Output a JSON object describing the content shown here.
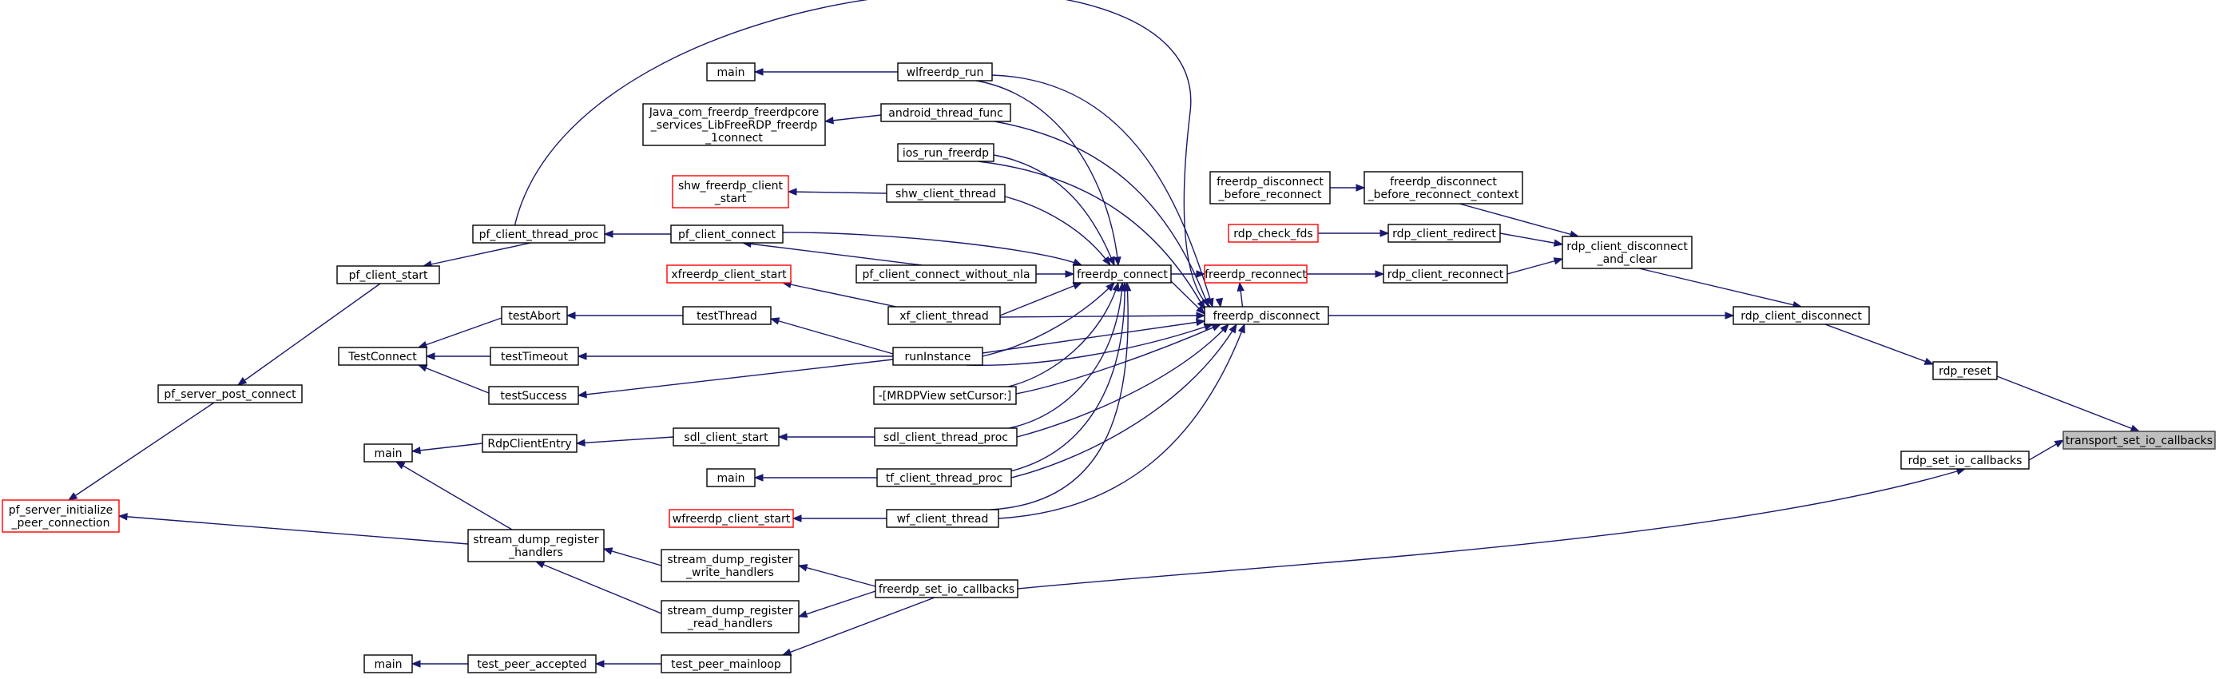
{
  "diagram": {
    "title": "",
    "colors": {
      "edge": "#191970",
      "node_border": "#000000",
      "node_border_incomplete": "#ff0000",
      "current_fill": "#bfbfbf"
    },
    "nodes": {
      "transport_set_io_callbacks": {
        "label": [
          "transport_set_io_callbacks"
        ],
        "style": "current"
      },
      "rdp_reset": {
        "label": [
          "rdp_reset"
        ],
        "style": "normal"
      },
      "rdp_set_io_callbacks": {
        "label": [
          "rdp_set_io_callbacks"
        ],
        "style": "normal"
      },
      "rdp_client_disconnect": {
        "label": [
          "rdp_client_disconnect"
        ],
        "style": "normal"
      },
      "rdp_client_disconnect_and_clear": {
        "label": [
          "rdp_client_disconnect",
          "_and_clear"
        ],
        "style": "normal"
      },
      "freerdp_disconnect_before_reconnect_context": {
        "label": [
          "freerdp_disconnect",
          "_before_reconnect_context"
        ],
        "style": "normal"
      },
      "freerdp_disconnect_before_reconnect": {
        "label": [
          "freerdp_disconnect",
          "_before_reconnect"
        ],
        "style": "normal"
      },
      "rdp_client_redirect": {
        "label": [
          "rdp_client_redirect"
        ],
        "style": "normal"
      },
      "rdp_check_fds": {
        "label": [
          "rdp_check_fds"
        ],
        "style": "red"
      },
      "rdp_client_reconnect": {
        "label": [
          "rdp_client_reconnect"
        ],
        "style": "normal"
      },
      "freerdp_reconnect": {
        "label": [
          "freerdp_reconnect"
        ],
        "style": "red"
      },
      "freerdp_connect": {
        "label": [
          "freerdp_connect"
        ],
        "style": "normal"
      },
      "freerdp_disconnect": {
        "label": [
          "freerdp_disconnect"
        ],
        "style": "normal"
      },
      "wlfreerdp_run": {
        "label": [
          "wlfreerdp_run"
        ],
        "style": "normal"
      },
      "main_1": {
        "label": [
          "main"
        ],
        "style": "normal"
      },
      "android_thread_func": {
        "label": [
          "android_thread_func"
        ],
        "style": "normal"
      },
      "java_com": {
        "label": [
          "Java_com_freerdp_freerdpcore",
          "_services_LibFreeRDP_freerdp",
          "_1connect"
        ],
        "style": "normal"
      },
      "ios_run_freerdp": {
        "label": [
          "ios_run_freerdp"
        ],
        "style": "normal"
      },
      "shw_client_thread": {
        "label": [
          "shw_client_thread"
        ],
        "style": "normal"
      },
      "shw_freerdp_client_start": {
        "label": [
          "shw_freerdp_client",
          "_start"
        ],
        "style": "red"
      },
      "pf_client_connect": {
        "label": [
          "pf_client_connect"
        ],
        "style": "normal"
      },
      "pf_client_thread_proc": {
        "label": [
          "pf_client_thread_proc"
        ],
        "style": "normal"
      },
      "pf_client_start": {
        "label": [
          "pf_client_start"
        ],
        "style": "normal"
      },
      "pf_server_post_connect": {
        "label": [
          "pf_server_post_connect"
        ],
        "style": "normal"
      },
      "pf_server_initialize_peer_connection": {
        "label": [
          "pf_server_initialize",
          "_peer_connection"
        ],
        "style": "red"
      },
      "pf_client_connect_without_nla": {
        "label": [
          "pf_client_connect_without_nla"
        ],
        "style": "normal"
      },
      "xfreerdp_client_start": {
        "label": [
          "xfreerdp_client_start"
        ],
        "style": "red"
      },
      "xf_client_thread": {
        "label": [
          "xf_client_thread"
        ],
        "style": "normal"
      },
      "testAbort": {
        "label": [
          "testAbort"
        ],
        "style": "normal"
      },
      "testThread": {
        "label": [
          "testThread"
        ],
        "style": "normal"
      },
      "TestConnect": {
        "label": [
          "TestConnect"
        ],
        "style": "normal"
      },
      "testTimeout": {
        "label": [
          "testTimeout"
        ],
        "style": "normal"
      },
      "testSuccess": {
        "label": [
          "testSuccess"
        ],
        "style": "normal"
      },
      "runInstance": {
        "label": [
          "runInstance"
        ],
        "style": "normal"
      },
      "mrdpview": {
        "label": [
          "-[MRDPView setCursor:]"
        ],
        "style": "normal"
      },
      "main_2": {
        "label": [
          "main"
        ],
        "style": "normal"
      },
      "RdpClientEntry": {
        "label": [
          "RdpClientEntry"
        ],
        "style": "normal"
      },
      "sdl_client_start": {
        "label": [
          "sdl_client_start"
        ],
        "style": "normal"
      },
      "sdl_client_thread_proc": {
        "label": [
          "sdl_client_thread_proc"
        ],
        "style": "normal"
      },
      "main_3": {
        "label": [
          "main"
        ],
        "style": "normal"
      },
      "tf_client_thread_proc": {
        "label": [
          "tf_client_thread_proc"
        ],
        "style": "normal"
      },
      "wfreerdp_client_start": {
        "label": [
          "wfreerdp_client_start"
        ],
        "style": "red"
      },
      "wf_client_thread": {
        "label": [
          "wf_client_thread"
        ],
        "style": "normal"
      },
      "stream_dump_register_handlers": {
        "label": [
          "stream_dump_register",
          "_handlers"
        ],
        "style": "normal"
      },
      "stream_dump_register_write_handlers": {
        "label": [
          "stream_dump_register",
          "_write_handlers"
        ],
        "style": "normal"
      },
      "stream_dump_register_read_handlers": {
        "label": [
          "stream_dump_register",
          "_read_handlers"
        ],
        "style": "normal"
      },
      "freerdp_set_io_callbacks": {
        "label": [
          "freerdp_set_io_callbacks"
        ],
        "style": "normal"
      },
      "main_4": {
        "label": [
          "main"
        ],
        "style": "normal"
      },
      "test_peer_accepted": {
        "label": [
          "test_peer_accepted"
        ],
        "style": "normal"
      },
      "test_peer_mainloop": {
        "label": [
          "test_peer_mainloop"
        ],
        "style": "normal"
      }
    }
  }
}
